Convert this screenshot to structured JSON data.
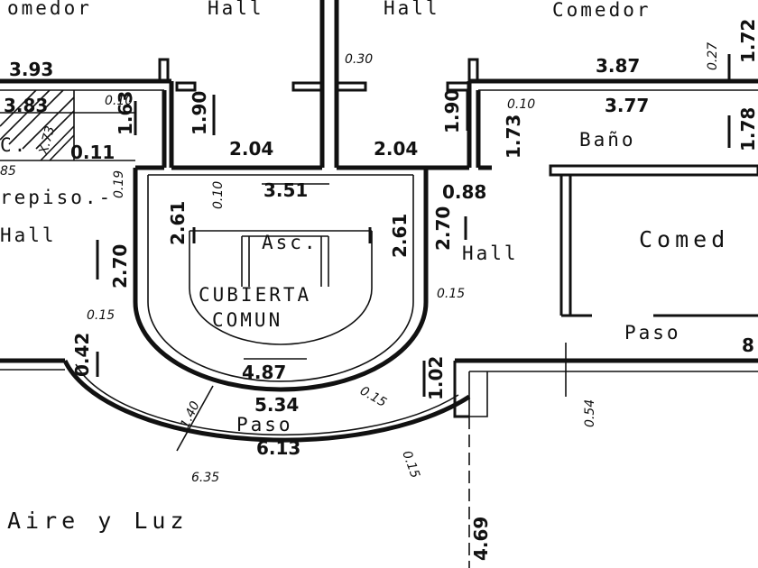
{
  "rooms": {
    "comedor_tl": "omedor",
    "hall_tl": "Hall",
    "hall_tr": "Hall",
    "comedor_tr": "Comedor",
    "repiso": "repiso.-",
    "hall_left": "Hall",
    "hall_right": "Hall",
    "bano": "Baño",
    "comedor_right": "Comed",
    "paso_right": "Paso",
    "paso_center": "Paso",
    "asc": "Asc.",
    "cubierta": "CUBIERTA",
    "comun": "COMUN",
    "aire_luz": "Aire y Luz",
    "fragment_c": "C.",
    "fragment_85": "85",
    "fragment_x": "X.73"
  },
  "dimensions": {
    "d_3_93": "3.93",
    "d_3_83": "3.83",
    "d_0_10_left": "0.10",
    "d_1_63": "1.63",
    "d_0_11": "0.11",
    "d_1_90_left": "1.90",
    "d_2_04_left": "2.04",
    "d_0_30": "0.30",
    "d_2_04_right": "2.04",
    "d_1_90_right": "1.90",
    "d_0_10_right": "0.10",
    "d_1_73": "1.73",
    "d_3_87": "3.87",
    "d_3_77": "3.77",
    "d_0_27": "0.27",
    "d_1_72": "1.72",
    "d_1_78": "1.78",
    "d_3_51": "3.51",
    "d_0_10_center": "0.10",
    "d_0_19": "0.19",
    "d_0_88": "0.88",
    "d_2_70_left": "2.70",
    "d_2_61_left": "2.61",
    "d_2_61_right": "2.61",
    "d_2_70_right": "2.70",
    "d_0_15_left": "0.15",
    "d_0_15_right": "0.15",
    "d_0_42": "0.42",
    "d_4_87": "4.87",
    "d_0_15_arc": "0.15",
    "d_1_02": "1.02",
    "d_1_40": "1.40",
    "d_5_34": "5.34",
    "d_6_13": "6.13",
    "d_6_35": "6.35",
    "d_0_15_bottom": "0.15",
    "d_0_54": "0.54",
    "d_4_69": "4.69",
    "d_8": "8"
  }
}
